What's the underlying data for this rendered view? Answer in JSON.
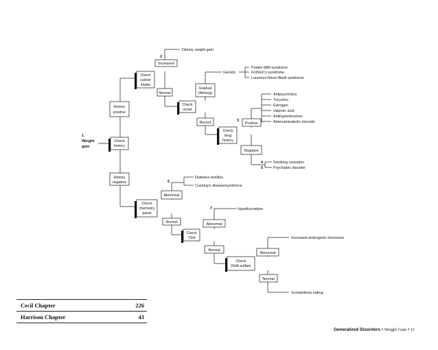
{
  "nodes": {
    "weight_gain_num": "1",
    "weight_gain_l1": "Weight",
    "weight_gain_l2": "gain",
    "check_history_l1": "Check",
    "check_history_l2": "history",
    "history_positive_l1": "History",
    "history_positive_l2": "positive",
    "history_negative_l1": "History",
    "history_negative_l2": "negative",
    "step2_num": "2",
    "check_calorie_l1": "Check",
    "check_calorie_l2": "calorie",
    "check_calorie_l3": "intake",
    "increased": "Increased",
    "dietary_weight_gain": "Dietary weight gain",
    "normal_calorie": "Normal",
    "check_onset_l1": "Check",
    "check_onset_l2": "onset",
    "gradual_l1": "Gradual",
    "gradual_l2": "(lifelong)",
    "genetic": "Genetic",
    "genetic_syndromes": [
      "Prader-Willi syndrome",
      "Fröhlich's syndrome",
      "Laurence-Moon-Biedl syndrome"
    ],
    "recent": "Recent",
    "check_drug_l1": "Check",
    "check_drug_l2": "drug",
    "check_drug_l3": "history",
    "step3_num": "3",
    "positive": "Positive",
    "drugs": [
      "Antipsychotics",
      "Tricyclics",
      "Estrogen",
      "Valproic acid",
      "Antihypertensives",
      "Adrenal/anabolic steroids"
    ],
    "negative": "Negative",
    "step4_num": "4",
    "smoking_cessation": "Smoking cessation",
    "step5_num": "5",
    "psychiatric_disorder": "Psychiatric disorder",
    "step6_num": "6",
    "chemistry_causes": [
      "Diabetes mellitus",
      "Cushing's disease/syndrome"
    ],
    "abnormal_chem": "Abnormal",
    "check_chem_l1": "Check",
    "check_chem_l2": "chemistry",
    "check_chem_l3": "panel",
    "normal_chem": "Normal",
    "step7_num": "7",
    "hypothyroidism": "Hypothyroidism",
    "abnormal_tsh": "Abnormal",
    "check_tsh_l1": "Check",
    "check_tsh_l2": "TSH",
    "normal_tsh": "Normal",
    "check_dha_l1": "Check",
    "check_dha_l2": "DHA-sulfate",
    "abnormal_dha": "Abnormal",
    "increased_androgenic": "Increased androgenic hormones",
    "normal_dha": "Normal",
    "surreptitious": "Surreptitious eating"
  },
  "reference_table": [
    {
      "label": "Cecil Chapter",
      "value": "226"
    },
    {
      "label": "Harrison Chapter",
      "value": "43"
    }
  ],
  "footer": {
    "section": "Generalized Disorders",
    "separator": " • ",
    "topic": "Weight Gain",
    "page": "11"
  }
}
